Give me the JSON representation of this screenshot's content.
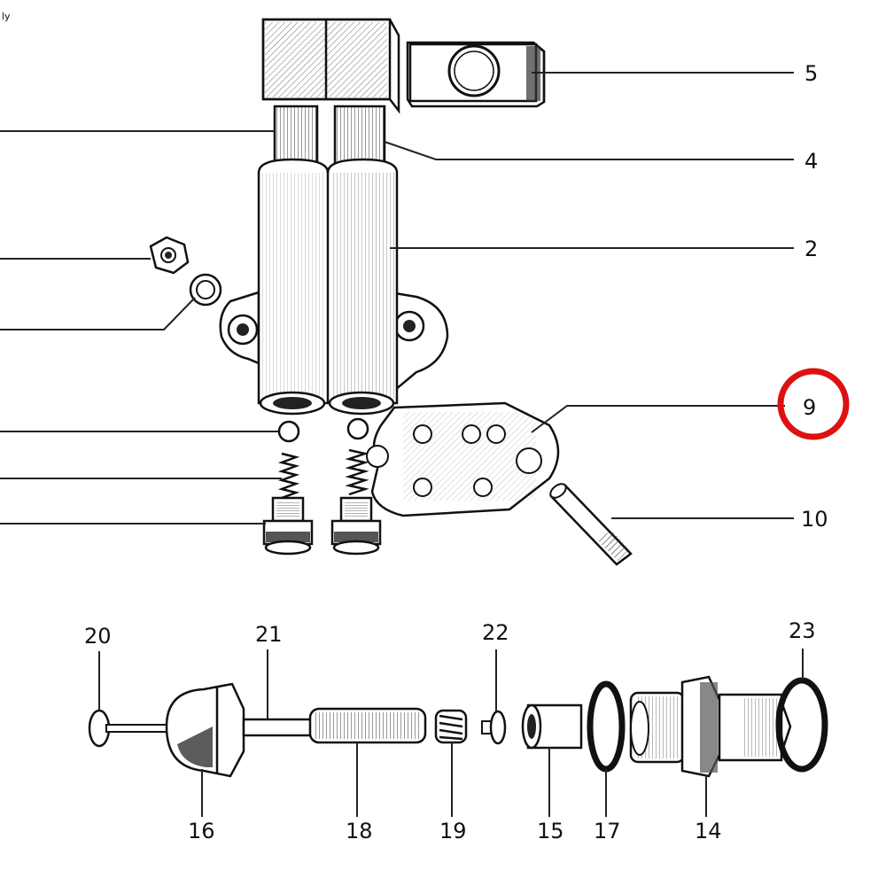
{
  "corner_text": "ly",
  "highlight": {
    "label": "9",
    "color": "#dd1111"
  },
  "top_callouts": {
    "c5": "5",
    "c4": "4",
    "c2": "2",
    "c9": "9",
    "c10": "10"
  },
  "bottom_callouts": {
    "c20": "20",
    "c21": "21",
    "c22": "22",
    "c23": "23",
    "c16": "16",
    "c18": "18",
    "c19": "19",
    "c15": "15",
    "c17": "17",
    "c14": "14"
  },
  "icons": [
    "valve-body-part",
    "clamp-block-part",
    "nut-part",
    "washer-part",
    "gasket-part",
    "stud-part",
    "ball-part",
    "spring-part",
    "plug-part",
    "screw-part",
    "cap-nut-part",
    "rod-part",
    "sleeve-part",
    "o-ring-part",
    "union-part"
  ]
}
